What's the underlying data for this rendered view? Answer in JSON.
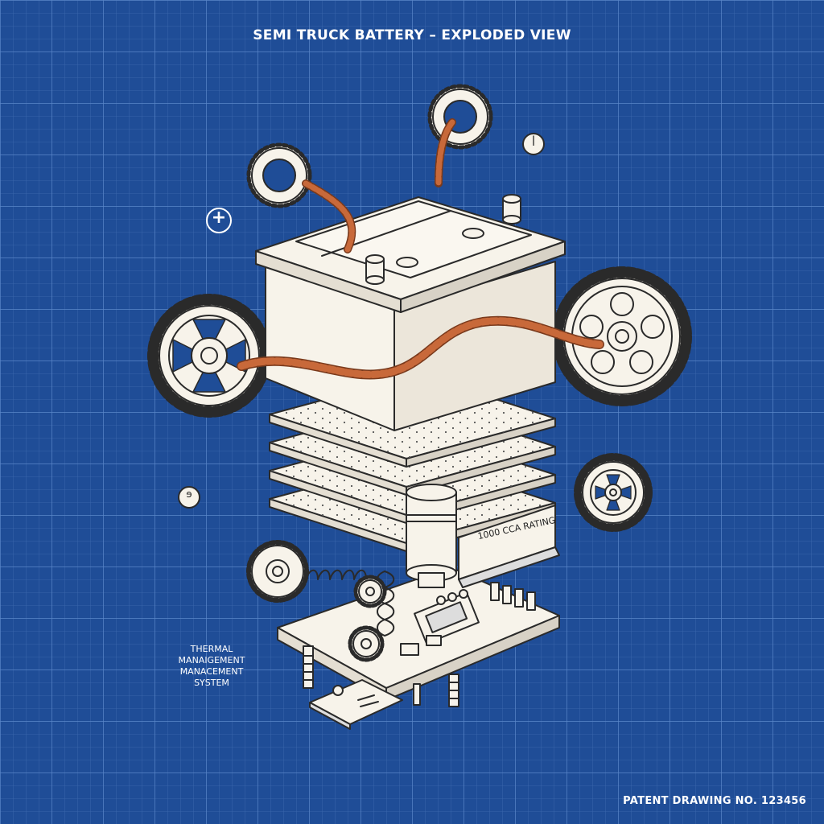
{
  "title": "SEMI TRUCK BATTERY – EXPLODED VIEW",
  "patent_label": "PATENT DRAWING NO. 123456",
  "thermal_label": {
    "lines": [
      "THERMAL",
      "MANAIGEMENT",
      "MANACEMENT",
      "SYSTEM"
    ]
  },
  "cca_label": "1000 CCA RATING",
  "symbols": {
    "plus": "+",
    "minus": "ꟾ",
    "misc": "ɘ"
  },
  "colors": {
    "background": "#1f4d97",
    "grid_line": "#4f7cc0",
    "drawing_fill": "#f7f3ea",
    "ink": "#2a2a2a",
    "copper": "#c8693a"
  },
  "icons": [
    "battery-case",
    "gear",
    "twisted-copper-cable",
    "separator-plate",
    "capacitor",
    "circuit-board",
    "spring",
    "bolt"
  ]
}
